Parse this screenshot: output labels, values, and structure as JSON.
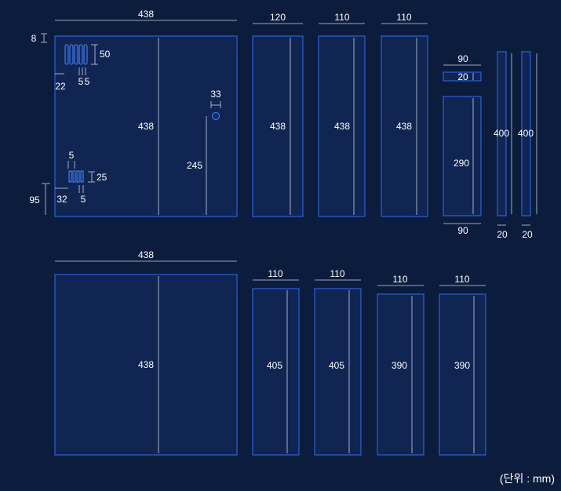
{
  "diagram": {
    "unit_label": "(단위 : mm)",
    "top_row": [
      {
        "id": "front-panel",
        "width_label": "438",
        "height_label": "438",
        "details": {
          "top_margin_label": "8",
          "vent_height_label": "50",
          "vent_left_label": "22",
          "vent_gap_labels": [
            "5",
            "5"
          ],
          "hole_diameter_label": "33",
          "hole_height_label": "245",
          "port_gap_top_label": "5",
          "port_height_label": "25",
          "port_left_label": "32",
          "port_gap_bottom_label": "5",
          "port_bottom_label": "95"
        }
      },
      {
        "id": "top-side-120",
        "width_label": "120",
        "height_label": "438"
      },
      {
        "id": "top-side-110-a",
        "width_label": "110",
        "height_label": "438"
      },
      {
        "id": "top-side-110-b",
        "width_label": "110",
        "height_label": "438"
      },
      {
        "id": "small-strip",
        "width_label": "90",
        "height_label": "20"
      },
      {
        "id": "medium-panel",
        "width_label": "90",
        "height_label": "290"
      },
      {
        "id": "rail-a",
        "width_label": "20",
        "height_label": "400"
      },
      {
        "id": "rail-b",
        "width_label": "20",
        "height_label": "400"
      }
    ],
    "bottom_row": [
      {
        "id": "back-panel",
        "width_label": "438",
        "height_label": "438"
      },
      {
        "id": "bottom-side-a",
        "width_label": "110",
        "height_label": "405"
      },
      {
        "id": "bottom-side-b",
        "width_label": "110",
        "height_label": "405"
      },
      {
        "id": "bottom-side-c",
        "width_label": "110",
        "height_label": "390"
      },
      {
        "id": "bottom-side-d",
        "width_label": "110",
        "height_label": "390"
      }
    ]
  }
}
